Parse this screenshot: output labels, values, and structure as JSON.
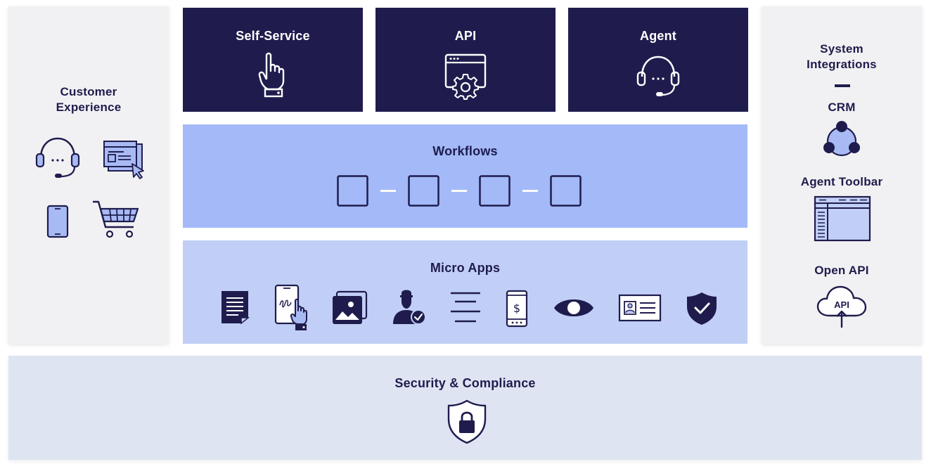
{
  "customer_experience": {
    "title_line1": "Customer",
    "title_line2": "Experience",
    "icons": [
      "headset-icon",
      "web-click-icon",
      "mobile-phone-icon",
      "shopping-cart-icon"
    ]
  },
  "channels": [
    {
      "label": "Self-Service",
      "icon": "pointing-hand-icon"
    },
    {
      "label": "API",
      "icon": "browser-gear-icon"
    },
    {
      "label": "Agent",
      "icon": "headset-icon"
    }
  ],
  "workflows": {
    "title": "Workflows",
    "steps": 4
  },
  "micro_apps": {
    "title": "Micro Apps",
    "icons": [
      "document-icon",
      "tablet-signature-icon",
      "image-gallery-icon",
      "user-verified-icon",
      "text-lines-icon",
      "mobile-payment-icon",
      "eye-icon",
      "id-card-icon",
      "shield-check-icon"
    ]
  },
  "system_integrations": {
    "title_line1": "System",
    "title_line2": "Integrations",
    "items": [
      {
        "label": "CRM",
        "icon": "crm-network-icon"
      },
      {
        "label": "Agent Toolbar",
        "icon": "toolbar-window-icon"
      },
      {
        "label": "Open API",
        "icon": "cloud-api-icon"
      }
    ],
    "cloud_label": "API"
  },
  "security": {
    "title": "Security & Compliance",
    "icon": "shield-lock-icon"
  },
  "colors": {
    "navy": "#1f1c4d",
    "workflow_blue": "#a3b9f8",
    "micro_apps_blue": "#c1cff6",
    "security_bg": "#dfe4f3",
    "side_bg": "#f1f1f3",
    "icon_fill": "#a8baf4"
  }
}
